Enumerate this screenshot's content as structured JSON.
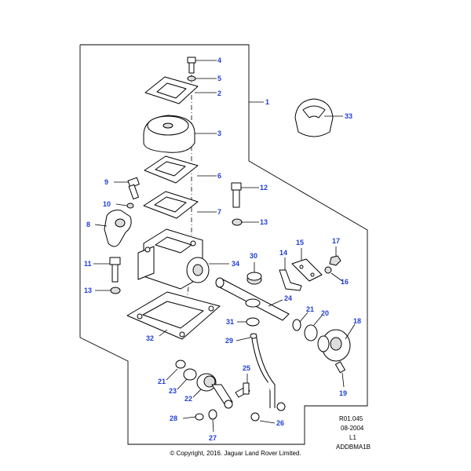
{
  "callouts": {
    "c1": "1",
    "c2": "2",
    "c3": "3",
    "c4": "4",
    "c5": "5",
    "c6": "6",
    "c7": "7",
    "c8": "8",
    "c9": "9",
    "c10": "10",
    "c11": "11",
    "c12": "12",
    "c13a": "13",
    "c13b": "13",
    "c14": "14",
    "c15": "15",
    "c16": "16",
    "c17": "17",
    "c18": "18",
    "c19": "19",
    "c20": "20",
    "c21a": "21",
    "c21b": "21",
    "c22": "22",
    "c23": "23",
    "c24": "24",
    "c25": "25",
    "c26": "26",
    "c27": "27",
    "c28": "28",
    "c29": "29",
    "c30": "30",
    "c31": "31",
    "c32": "32",
    "c33": "33",
    "c34": "34"
  },
  "reference": {
    "line1": "R01.045",
    "line2": "08-2004",
    "line3": "L1",
    "line4": "ADDBMA1B"
  },
  "copyright": "© Copyright, 2016. Jaguar Land Rover Limited.",
  "colors": {
    "callout": "#1f3fd6",
    "line": "#000000"
  }
}
